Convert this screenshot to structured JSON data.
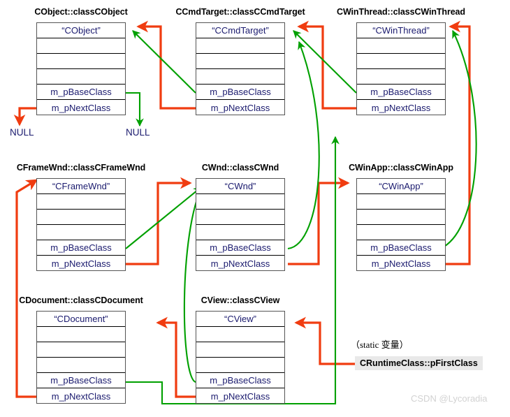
{
  "diagram": {
    "title": "MFC CRuntimeClass linked list diagram",
    "colors": {
      "next_pointer": "#f03c10",
      "base_pointer": "#00a000",
      "text": "#1a1a6e",
      "box_border": "#555555",
      "row_rule": "#000000",
      "highlight_bg": "#e9e9e9",
      "watermark": "#d2d2d2"
    },
    "field_labels": {
      "base": "m_pBaseClass",
      "next": "m_pNextClass"
    },
    "nodes": [
      {
        "id": "cobject",
        "title": "CObject::classCObject",
        "name_value": "“CObject”",
        "rows": [
          "“CObject”",
          "",
          "",
          "",
          "m_pBaseClass",
          "m_pNextClass"
        ]
      },
      {
        "id": "ccmdtarget",
        "title": "CCmdTarget::classCCmdTarget",
        "name_value": "“CCmdTarget”",
        "rows": [
          "“CCmdTarget”",
          "",
          "",
          "",
          "m_pBaseClass",
          "m_pNextClass"
        ]
      },
      {
        "id": "cwinthread",
        "title": "CWinThread::classCWinThread",
        "name_value": "“CWinThread”",
        "rows": [
          "“CWinThread”",
          "",
          "",
          "",
          "m_pBaseClass",
          "m_pNextClass"
        ]
      },
      {
        "id": "cframewnd",
        "title": "CFrameWnd::classCFrameWnd",
        "name_value": "“CFrameWnd”",
        "rows": [
          "“CFrameWnd”",
          "",
          "",
          "",
          "m_pBaseClass",
          "m_pNextClass"
        ]
      },
      {
        "id": "cwnd",
        "title": "CWnd::classCWnd",
        "name_value": "“CWnd”",
        "rows": [
          "“CWnd”",
          "",
          "",
          "",
          "m_pBaseClass",
          "m_pNextClass"
        ]
      },
      {
        "id": "cwinapp",
        "title": "CWinApp::classCWinApp",
        "name_value": "“CWinApp”",
        "rows": [
          "“CWinApp”",
          "",
          "",
          "",
          "m_pBaseClass",
          "m_pNextClass"
        ]
      },
      {
        "id": "cdocument",
        "title": "CDocument::classCDocument",
        "name_value": "“CDocument”",
        "rows": [
          "“CDocument”",
          "",
          "",
          "",
          "m_pBaseClass",
          "m_pNextClass"
        ]
      },
      {
        "id": "cview",
        "title": "CView::classCView",
        "name_value": "“CView”",
        "rows": [
          "“CView”",
          "",
          "",
          "",
          "m_pBaseClass",
          "m_pNextClass"
        ]
      }
    ],
    "null_labels": [
      {
        "id": "null-next",
        "text": "NULL"
      },
      {
        "id": "null-base",
        "text": "NULL"
      }
    ],
    "annotation": {
      "static_note": "（static 变量）",
      "pfirstclass": "CRuntimeClass::pFirstClass"
    },
    "watermark": "CSDN @Lycoradia"
  }
}
